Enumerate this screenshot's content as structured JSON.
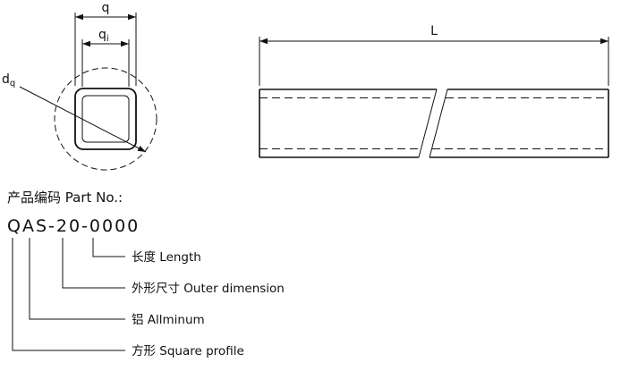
{
  "drawing": {
    "cross_section": {
      "dim_outer": "q",
      "dim_inner_base": "q",
      "dim_inner_sub": "i",
      "dim_circle_base": "d",
      "dim_circle_sub": "q"
    },
    "side_view": {
      "dim_length": "L"
    }
  },
  "part_number": {
    "heading": "产品编码 Part No.:",
    "code": "QAS-20-0000",
    "callouts": [
      {
        "label": "长度 Length"
      },
      {
        "label": "外形尺寸 Outer dimension"
      },
      {
        "label": "铝 Allminum"
      },
      {
        "label": "方形 Square profile"
      }
    ]
  },
  "colors": {
    "line": "#111111",
    "background": "#ffffff"
  }
}
